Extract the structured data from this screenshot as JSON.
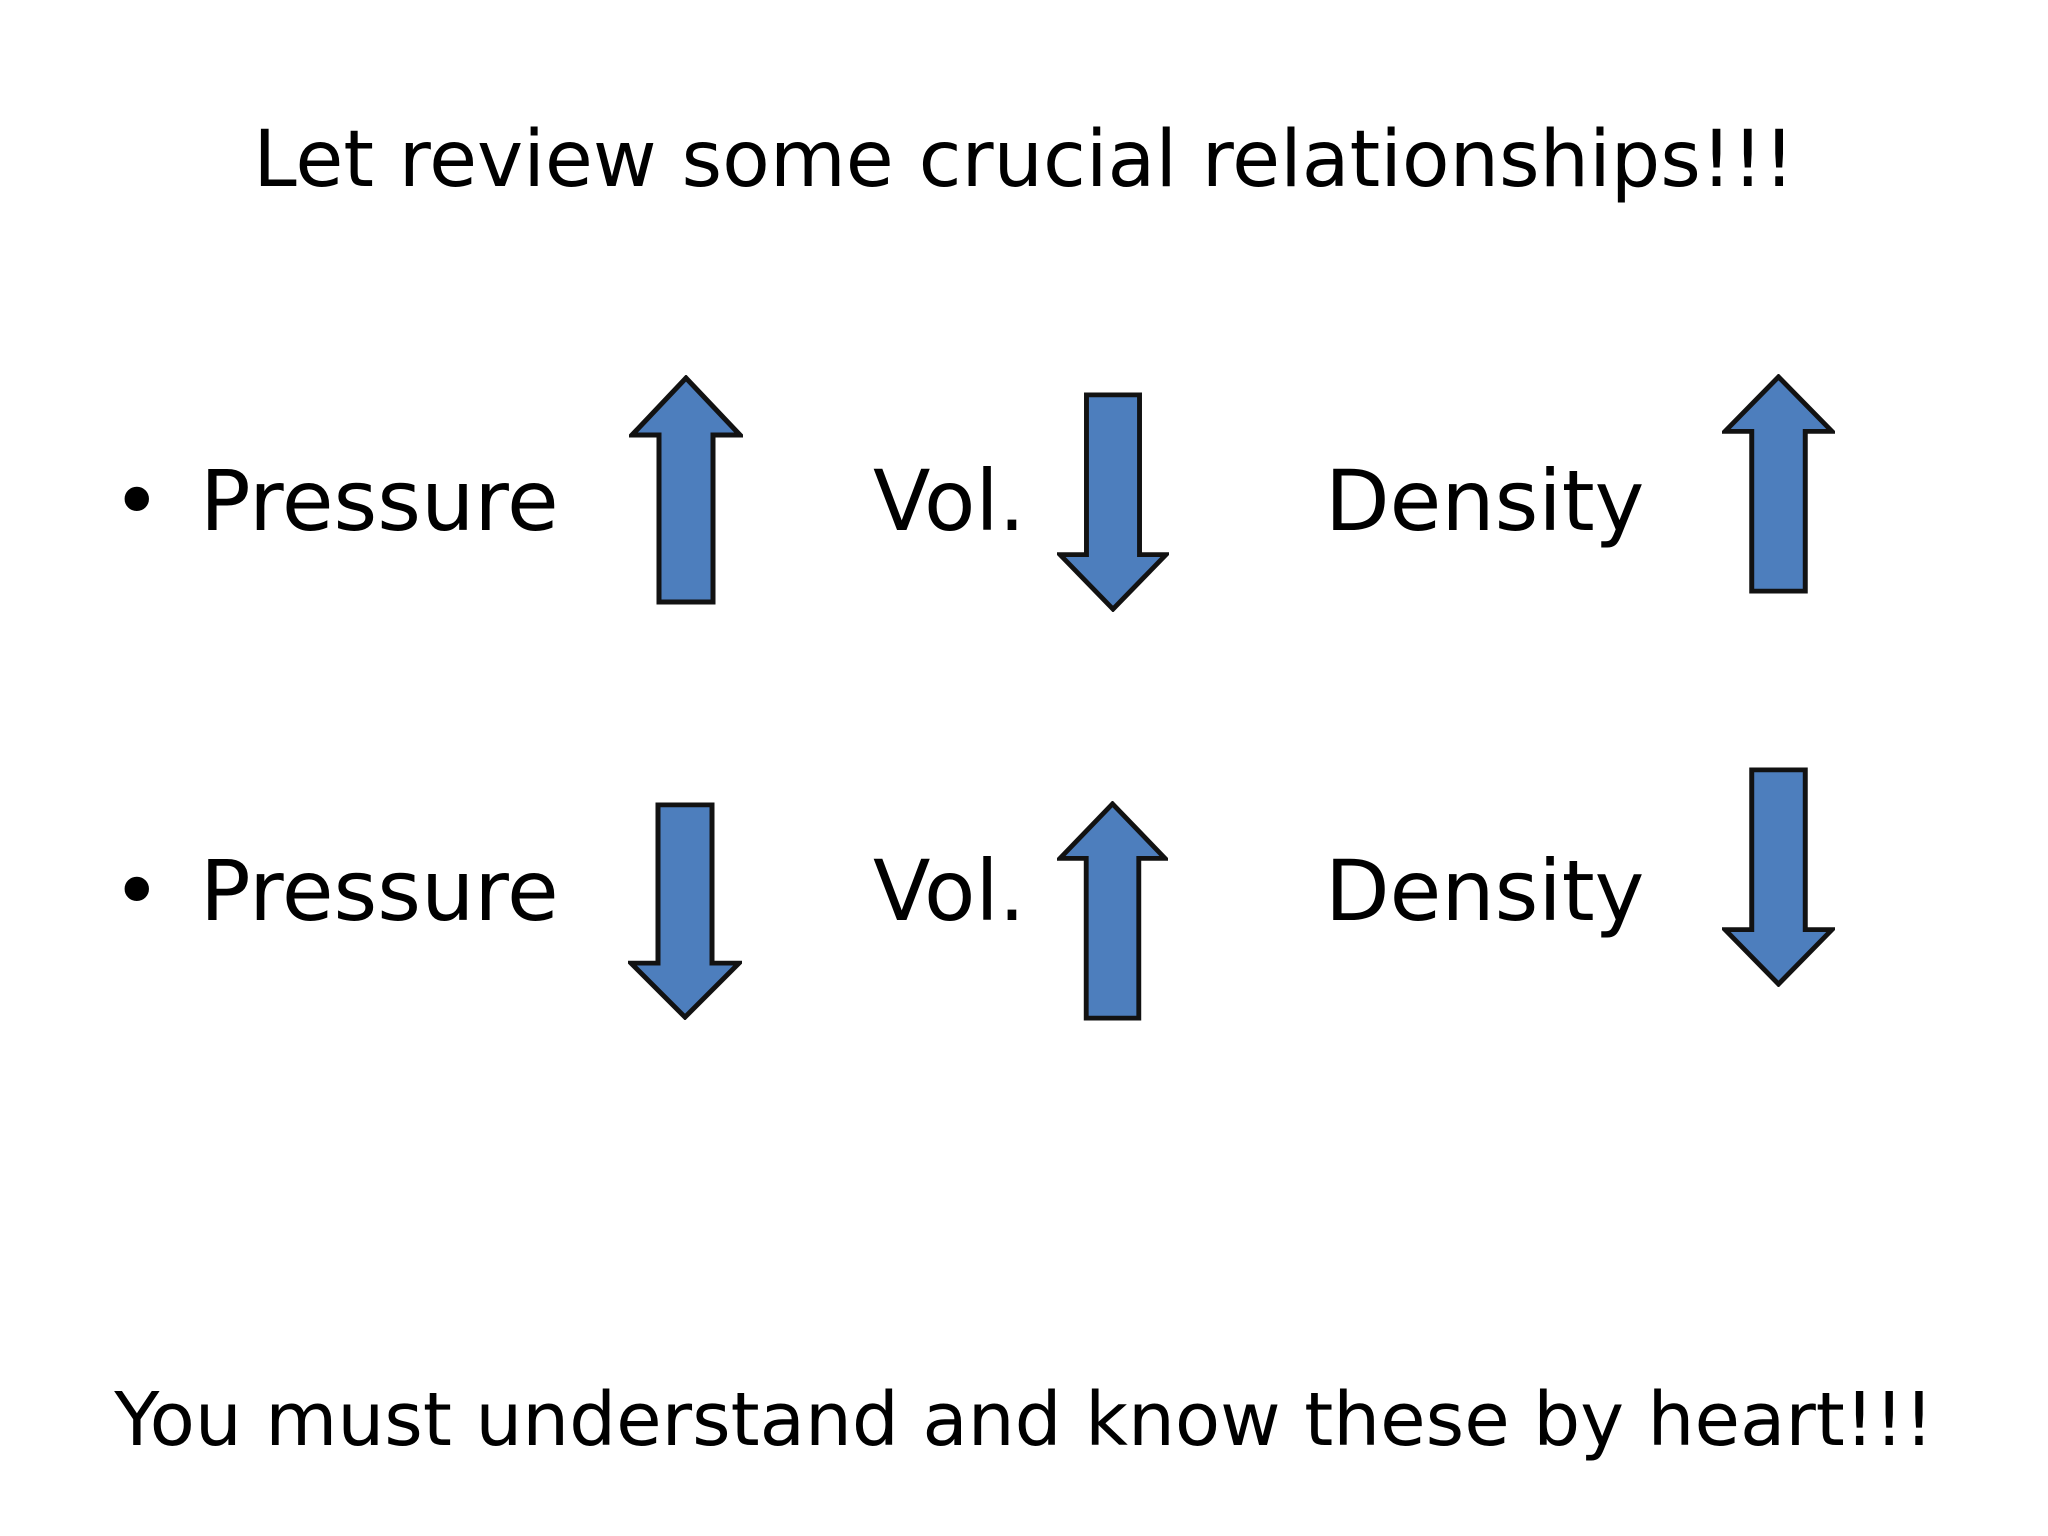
{
  "slide": {
    "title": "Let review some crucial relationships!!!",
    "footer": "You must understand and know these by heart!!!",
    "rows": [
      {
        "bullet": "•",
        "labels": {
          "pressure": "Pressure",
          "volume": "Vol.",
          "density": "Density"
        },
        "arrows": {
          "pressure": "up",
          "volume": "down",
          "density": "up"
        }
      },
      {
        "bullet": "•",
        "labels": {
          "pressure": "Pressure",
          "volume": "Vol.",
          "density": "Density"
        },
        "arrows": {
          "pressure": "down",
          "volume": "up",
          "density": "down"
        }
      }
    ],
    "colors": {
      "background": "#ffffff",
      "text": "#000000",
      "arrow_fill": "#4d7ebd",
      "arrow_outline": "#121212"
    }
  }
}
